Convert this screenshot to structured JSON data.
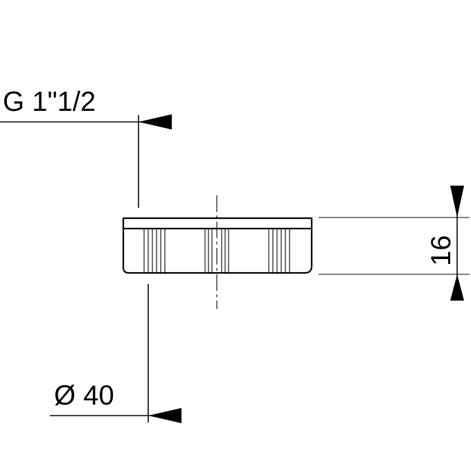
{
  "dimensions": {
    "thread": "G 1\"1/2",
    "diameter": "Ø 40",
    "height": "16"
  },
  "colors": {
    "line": "#000000",
    "background": "#ffffff"
  }
}
